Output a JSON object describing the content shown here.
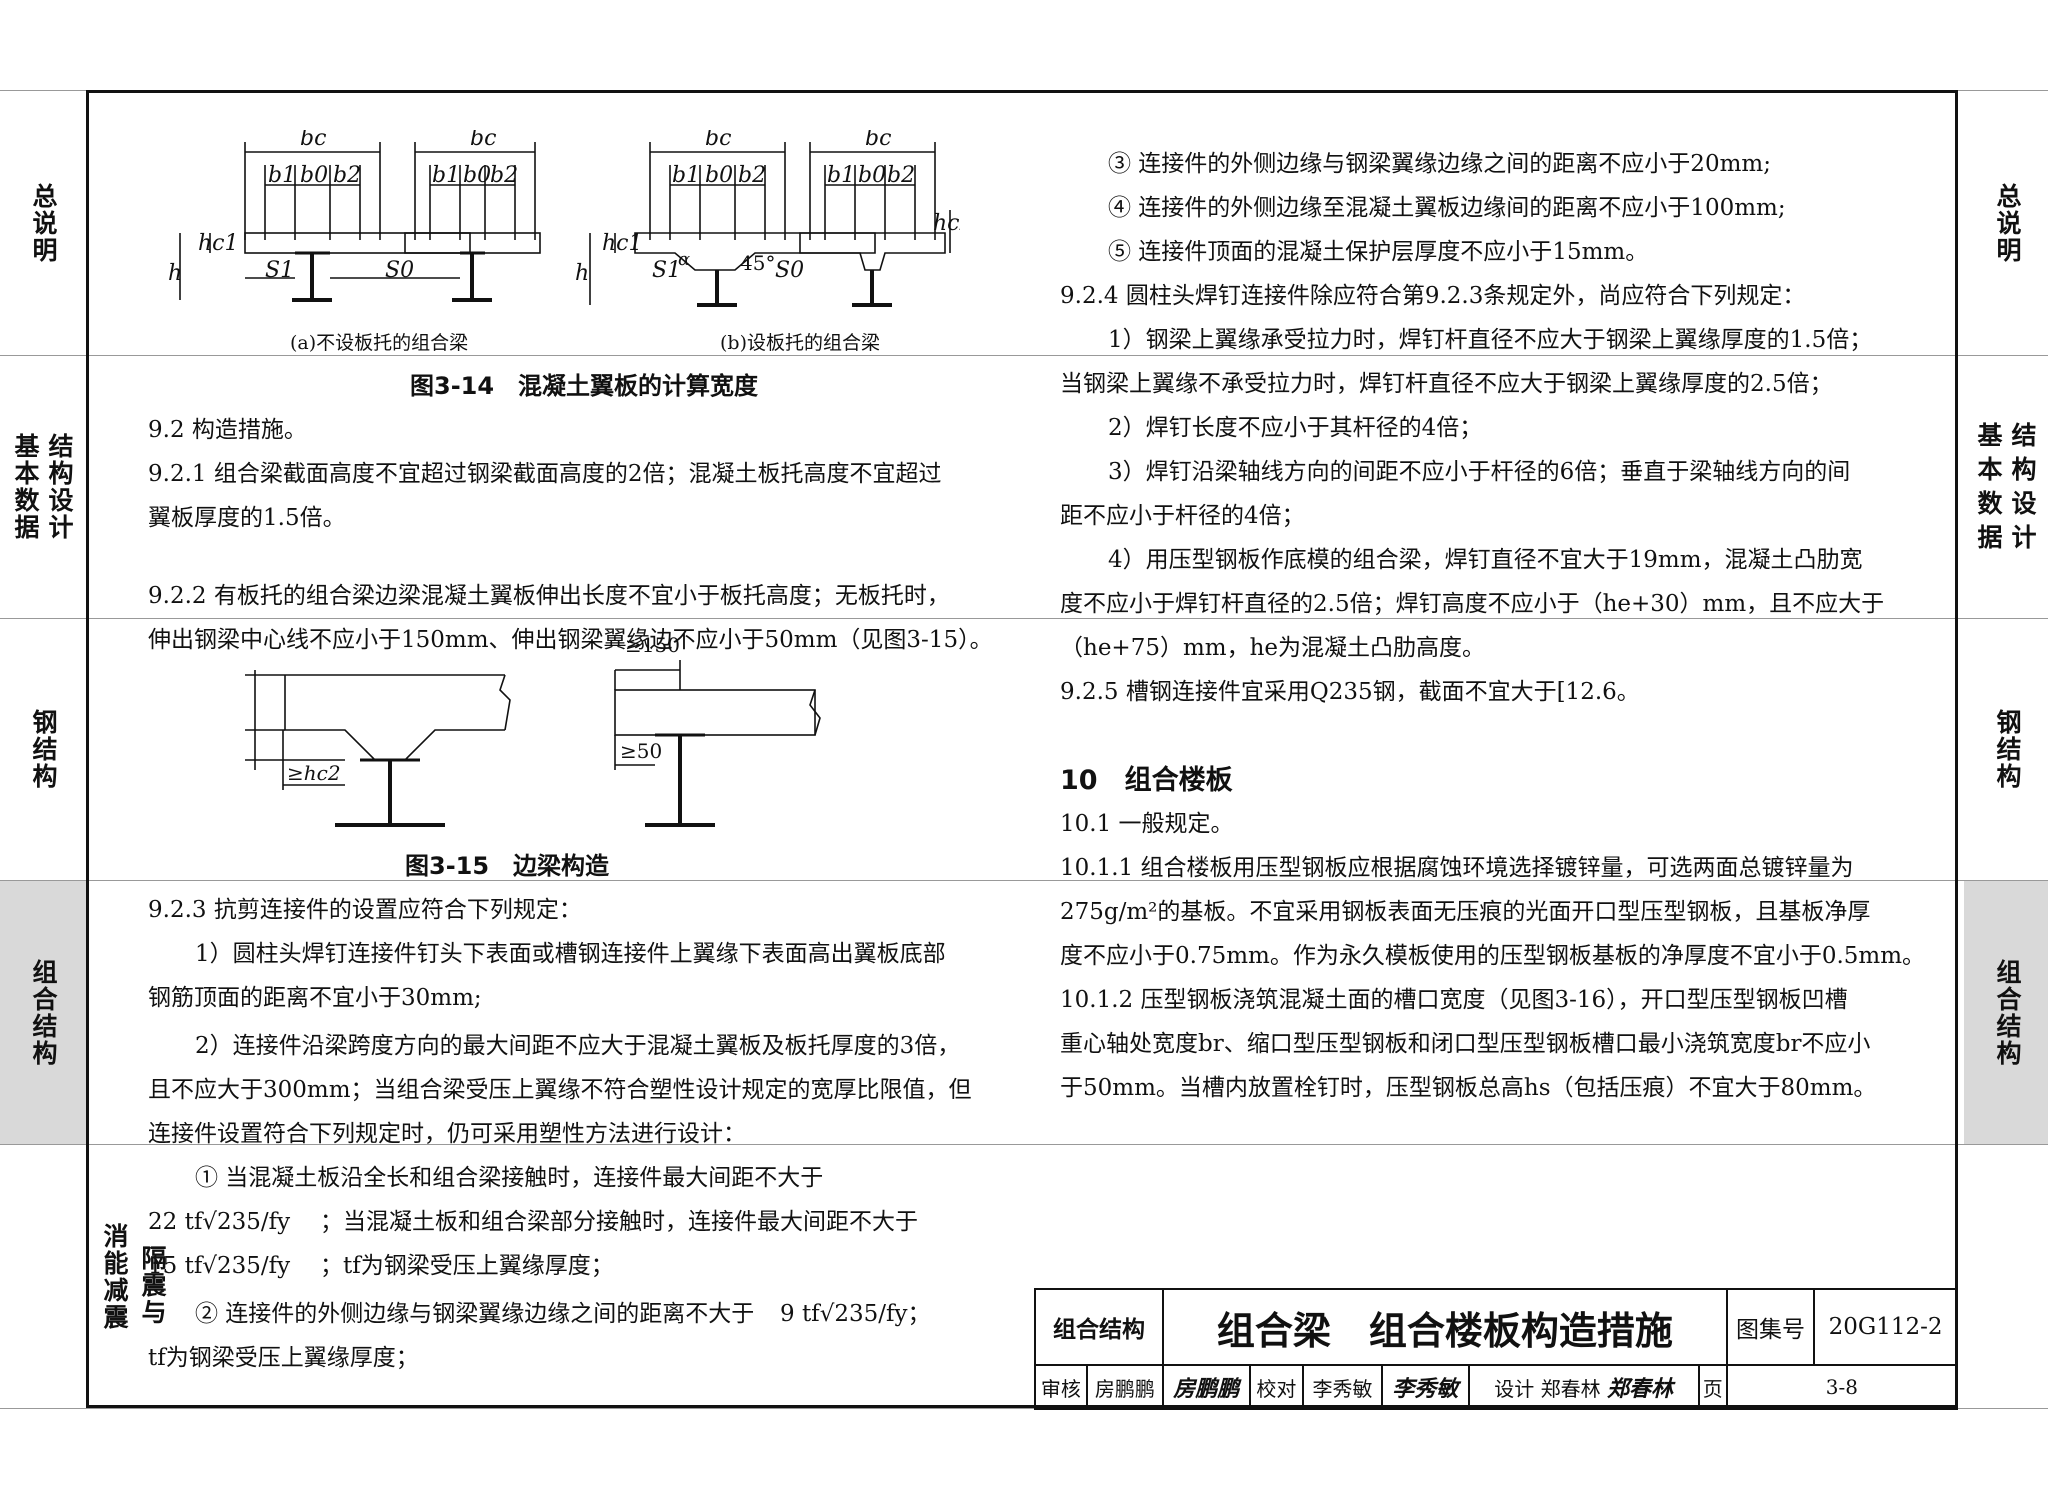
{
  "side_tabs": [
    {
      "label": "总说明"
    },
    {
      "label": "基本数据",
      "label2": "结构设计"
    },
    {
      "label": "钢结构"
    },
    {
      "label": "组合结构"
    },
    {
      "label": "隔震与",
      "label2": "消能减震"
    }
  ],
  "fig314": {
    "dim_bc": "bc",
    "dim_b1": "b1",
    "dim_b0": "b0",
    "dim_b2": "b2",
    "dim_h": "h",
    "dim_hc1": "hc1",
    "dim_hc2": "hc2",
    "dim_s1": "S1",
    "dim_s0": "S0",
    "angle": "45°",
    "alpha": "α",
    "sub_a": "(a)不设板托的组合梁",
    "sub_b": "(b)设板托的组合梁",
    "caption": "图3-14　混凝土翼板的计算宽度"
  },
  "fig315": {
    "dim_150": "≥150",
    "dim_50": "≥50",
    "dim_hc2": "≥hc2",
    "caption": "图3-15　边梁构造"
  },
  "left": {
    "p1": "9.2 构造措施。",
    "p2": "9.2.1 组合梁截面高度不宜超过钢梁截面高度的2倍；混凝土板托高度不宜超过",
    "p3": "翼板厚度的1.5倍。",
    "p4": "9.2.2 有板托的组合梁边梁混凝土翼板伸出长度不宜小于板托高度；无板托时，",
    "p5": "伸出钢梁中心线不应小于150mm、伸出钢梁翼缘边不应小于50mm（见图3-15）。",
    "p6": "9.2.3 抗剪连接件的设置应符合下列规定：",
    "p7": "1）圆柱头焊钉连接件钉头下表面或槽钢连接件上翼缘下表面高出翼板底部",
    "p8": "钢筋顶面的距离不宜小于30mm;",
    "p9": "2）连接件沿梁跨度方向的最大间距不应大于混凝土翼板及板托厚度的3倍，",
    "p10": "且不应大于300mm；当组合梁受压上翼缘不符合塑性设计规定的宽厚比限值，但",
    "p11": "连接件设置符合下列规定时，仍可采用塑性方法进行设计：",
    "p12": "① 当混凝土板沿全长和组合梁接触时，连接件最大间距不大于",
    "p13a": "22 tf√235/fy",
    "p13b": "；当混凝土板和组合梁部分接触时，连接件最大间距不大于",
    "p14a": "15 tf√235/fy",
    "p14b": "；tf为钢梁受压上翼缘厚度；",
    "p15a": "② 连接件的外侧边缘与钢梁翼缘边缘之间的距离不大于",
    "p15b": "9 tf√235/fy；",
    "p16": "tf为钢梁受压上翼缘厚度；"
  },
  "right": {
    "r1": "③ 连接件的外侧边缘与钢梁翼缘边缘之间的距离不应小于20mm;",
    "r2": "④ 连接件的外侧边缘至混凝土翼板边缘间的距离不应小于100mm;",
    "r3": "⑤ 连接件顶面的混凝土保护层厚度不应小于15mm。",
    "r4": "9.2.4 圆柱头焊钉连接件除应符合第9.2.3条规定外，尚应符合下列规定：",
    "r5": "1）钢梁上翼缘承受拉力时，焊钉杆直径不应大于钢梁上翼缘厚度的1.5倍；",
    "r6": "当钢梁上翼缘不承受拉力时，焊钉杆直径不应大于钢梁上翼缘厚度的2.5倍；",
    "r7": "2）焊钉长度不应小于其杆径的4倍；",
    "r8": "3）焊钉沿梁轴线方向的间距不应小于杆径的6倍；垂直于梁轴线方向的间",
    "r9": "距不应小于杆径的4倍；",
    "r10": "4）用压型钢板作底模的组合梁，焊钉直径不宜大于19mm，混凝土凸肋宽",
    "r11": "度不应小于焊钉杆直径的2.5倍；焊钉高度不应小于（he+30）mm，且不应大于",
    "r12": "（he+75）mm，he为混凝土凸肋高度。",
    "r13": "9.2.5 槽钢连接件宜采用Q235钢，截面不宜大于[12.6。",
    "h10": "10　组合楼板",
    "r14": "10.1 一般规定。",
    "r15": "10.1.1 组合楼板用压型钢板应根据腐蚀环境选择镀锌量，可选两面总镀锌量为",
    "r16": "275g/m²的基板。不宜采用钢板表面无压痕的光面开口型压型钢板，且基板净厚",
    "r17": "度不应小于0.75mm。作为永久模板使用的压型钢板基板的净厚度不宜小于0.5mm。",
    "r18": "10.1.2 压型钢板浇筑混凝土面的槽口宽度（见图3-16），开口型压型钢板凹槽",
    "r19": "重心轴处宽度br、缩口型压型钢板和闭口型压型钢板槽口最小浇筑宽度br不应小",
    "r20": "于50mm。当槽内放置栓钉时，压型钢板总高hs（包括压痕）不宜大于80mm。"
  },
  "titleblock": {
    "category": "组合结构",
    "title": "组合梁　组合楼板构造措施",
    "atlas_label": "图集号",
    "atlas_no": "20G112-2",
    "review_label": "审核",
    "reviewer": "房鹏鹏",
    "reviewer_sig": "房鹏鹏",
    "check_label": "校对",
    "checker": "李秀敏",
    "checker_sig": "李秀敏",
    "design_label": "设计",
    "designer": "郑春林",
    "designer_sig": "郑春林",
    "page_label": "页",
    "page_no": "3-8"
  }
}
